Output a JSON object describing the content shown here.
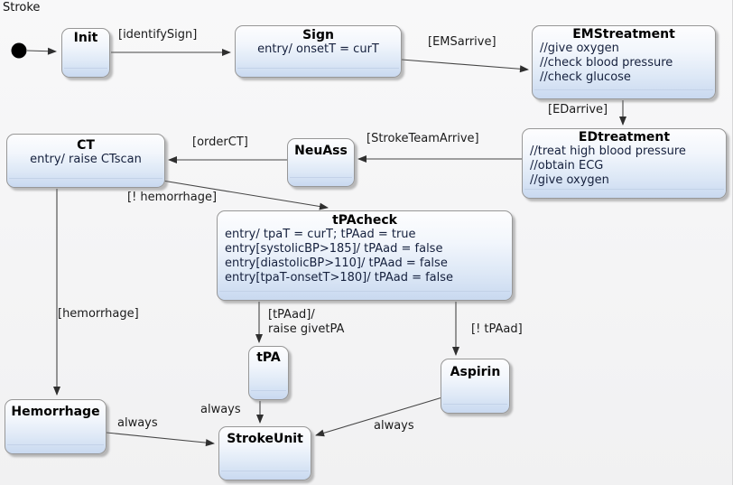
{
  "diagram": {
    "label": "Stroke"
  },
  "colors": {
    "state_fill_top": "#fdfdfe",
    "state_fill_bottom": "#c9d9f0",
    "state_border": "#979797",
    "state_title_text": "#000000",
    "state_body_text": "#15203d",
    "transition_line": "#454545",
    "label_text": "#1b1b1b",
    "canvas_background": "#f3f3f4"
  },
  "states": [
    {
      "title": "Init",
      "lines": []
    },
    {
      "title": "Sign",
      "lines": [
        "entry/ onsetT = curT"
      ]
    },
    {
      "title": "EMStreatment",
      "lines": [
        "//give oxygen",
        "//check blood pressure",
        "//check glucose"
      ]
    },
    {
      "title": "EDtreatment",
      "lines": [
        "//treat high blood pressure",
        "//obtain ECG",
        "//give oxygen"
      ]
    },
    {
      "title": "NeuAss",
      "lines": []
    },
    {
      "title": "CT",
      "lines": [
        "entry/ raise CTscan"
      ]
    },
    {
      "title": "tPAcheck",
      "lines": [
        "entry/ tpaT = curT; tPAad = true",
        "entry[systolicBP>185]/ tPAad = false",
        "entry[diastolicBP>110]/ tPAad = false",
        "entry[tpaT-onsetT>180]/ tPAad = false"
      ]
    },
    {
      "title": "tPA",
      "lines": []
    },
    {
      "title": "Aspirin",
      "lines": []
    },
    {
      "title": "Hemorrhage",
      "lines": []
    },
    {
      "title": "StrokeUnit",
      "lines": []
    }
  ],
  "transitions": [
    {
      "from": "initial-state",
      "to": "Init",
      "label": ""
    },
    {
      "from": "Init",
      "to": "Sign",
      "label": "[identifySign]"
    },
    {
      "from": "Sign",
      "to": "EMStreatment",
      "label": "[EMSarrive]"
    },
    {
      "from": "EMStreatment",
      "to": "EDtreatment",
      "label": "[EDarrive]"
    },
    {
      "from": "EDtreatment",
      "to": "NeuAss",
      "label": "[StrokeTeamArrive]"
    },
    {
      "from": "NeuAss",
      "to": "CT",
      "label": "[orderCT]"
    },
    {
      "from": "CT",
      "to": "tPAcheck",
      "label": "[! hemorrhage]"
    },
    {
      "from": "CT",
      "to": "Hemorrhage",
      "label": "[hemorrhage]"
    },
    {
      "from": "tPAcheck",
      "to": "tPA",
      "label": "[tPAad]/",
      "label_line2": "raise givetPA"
    },
    {
      "from": "tPAcheck",
      "to": "Aspirin",
      "label": "[! tPAad]"
    },
    {
      "from": "tPA",
      "to": "StrokeUnit",
      "label": "always"
    },
    {
      "from": "Hemorrhage",
      "to": "StrokeUnit",
      "label": "always"
    },
    {
      "from": "Aspirin",
      "to": "StrokeUnit",
      "label": "always"
    }
  ]
}
